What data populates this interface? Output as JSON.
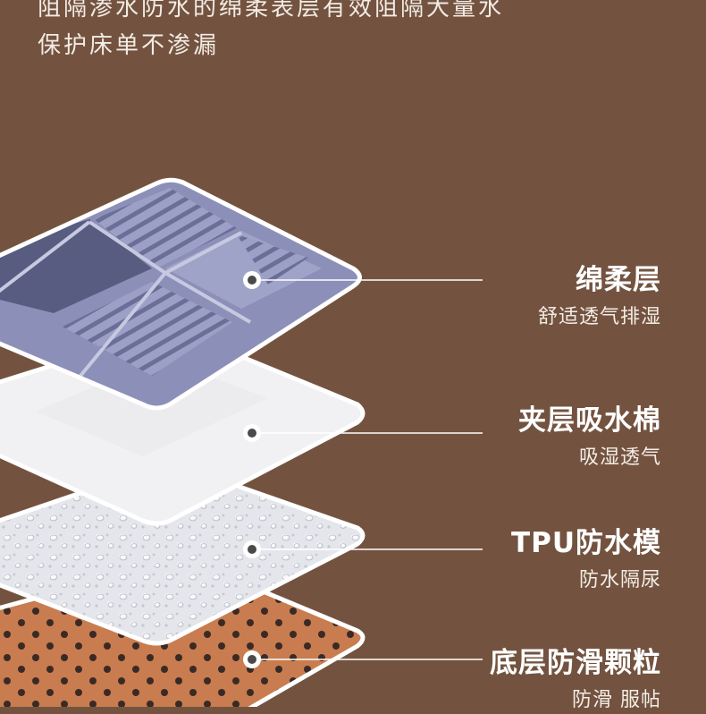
{
  "intro": {
    "line1": "阻隔渗水防水的绵柔表层有效阻隔大量水",
    "line2": "保护床单不渗漏"
  },
  "layers": [
    {
      "name": "绵柔层",
      "desc": "舒适透气排湿"
    },
    {
      "name": "夹层吸水棉",
      "desc": "吸湿透气"
    },
    {
      "name": "TPU防水模",
      "desc": "防水隔尿"
    },
    {
      "name": "底层防滑颗粒",
      "desc": "防滑 服帖"
    }
  ],
  "colors": {
    "background": "#735340",
    "cotton": "#8a8fb5",
    "absorbent": "#f0f0f2",
    "tpu": "#e9eaee",
    "bottom": "#c87a4c",
    "connector": "#ffffff"
  }
}
